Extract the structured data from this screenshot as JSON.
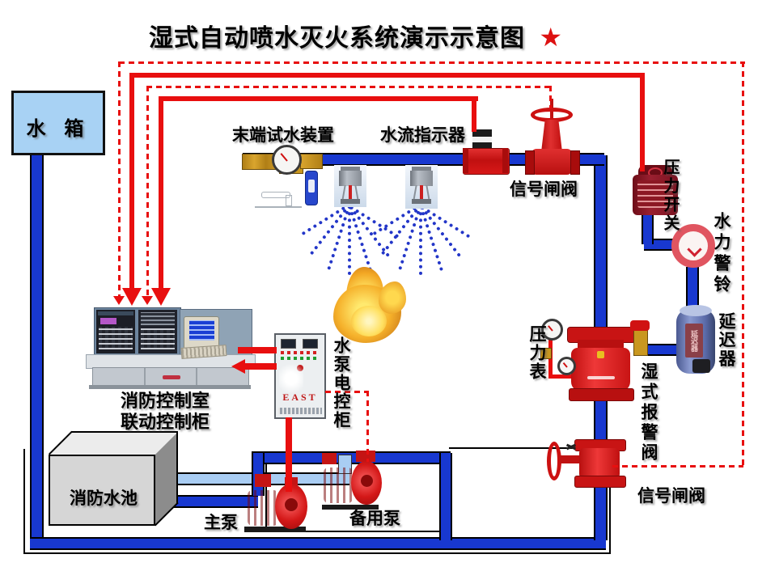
{
  "title": {
    "text": "湿式自动喷水灭火系统演示示意图",
    "star": "★"
  },
  "labels": {
    "water_tank": "水 箱",
    "end_test_device": "末端试水装置",
    "flow_indicator": "水流指示器",
    "signal_gate_valve_top": "信号闸阀",
    "pressure_switch": "压力开关",
    "hydraulic_alarm_bell": "水力警铃",
    "delay_device": "延迟器",
    "pressure_gauge": "压力表",
    "wet_alarm_valve": "湿式报警阀",
    "control_room_line1": "消防控制室",
    "control_room_line2": "联动控制柜",
    "pump_control_cabinet": "水泵电控柜",
    "fire_pool": "消防水池",
    "main_pump": "主泵",
    "backup_pump": "备用泵",
    "signal_gate_valve_bottom": "信号闸阀",
    "cabinet_brand": "EAST"
  },
  "colors": {
    "pipe_blue": "#1838d0",
    "suction_light_blue": "#a9cdf3",
    "signal_red": "#e80f0f",
    "device_red": "#d81818",
    "tank_fill": "#a8d2f4",
    "star_red": "#dd1111"
  }
}
